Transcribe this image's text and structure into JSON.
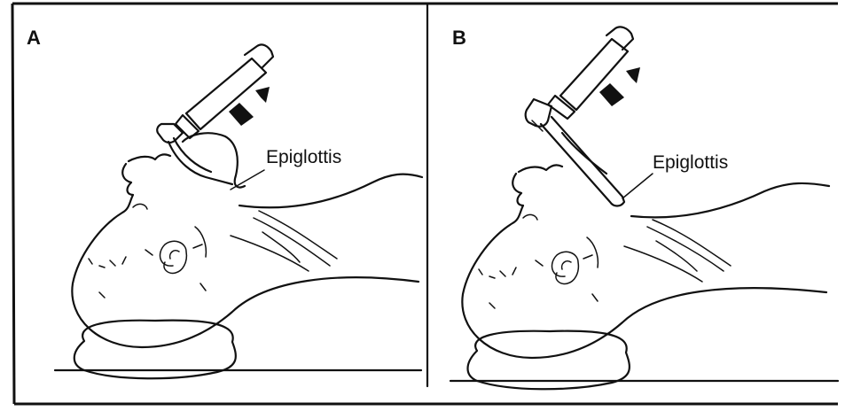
{
  "panels": [
    {
      "letter": "A",
      "callout": "Epiglottis"
    },
    {
      "letter": "B",
      "callout": "Epiglottis"
    }
  ],
  "colors": {
    "ink": "#111111",
    "paper": "#ffffff"
  }
}
